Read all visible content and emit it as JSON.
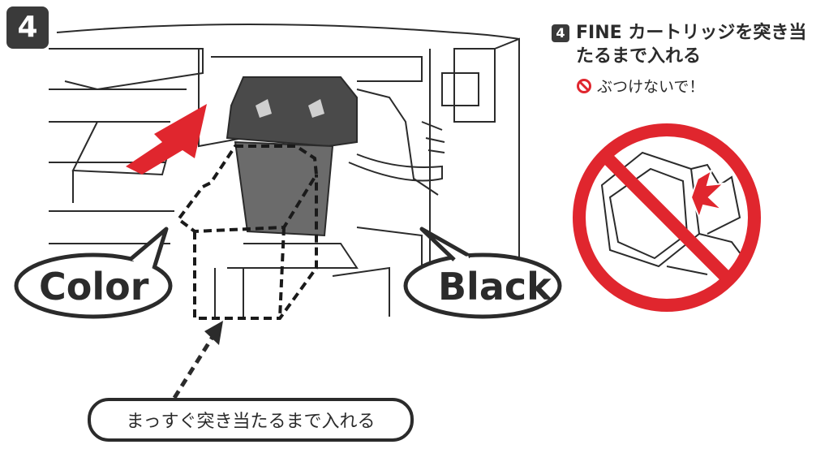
{
  "step": {
    "number": "4"
  },
  "labels": {
    "color": "Color",
    "black": "Black"
  },
  "instruction": "まっすぐ突き当たるまで入れる",
  "note": {
    "number": "4",
    "title": "FINE カートリッジを突き当たるまで入れる",
    "warning_icon": "prohibition-icon",
    "warning": "ぶつけないで！"
  },
  "colors": {
    "prohibition_red": "#e0262e",
    "arrow_red": "#e0262e",
    "line_dark": "#2b2b2b",
    "cartridge_gray": "#6b6b6b"
  }
}
